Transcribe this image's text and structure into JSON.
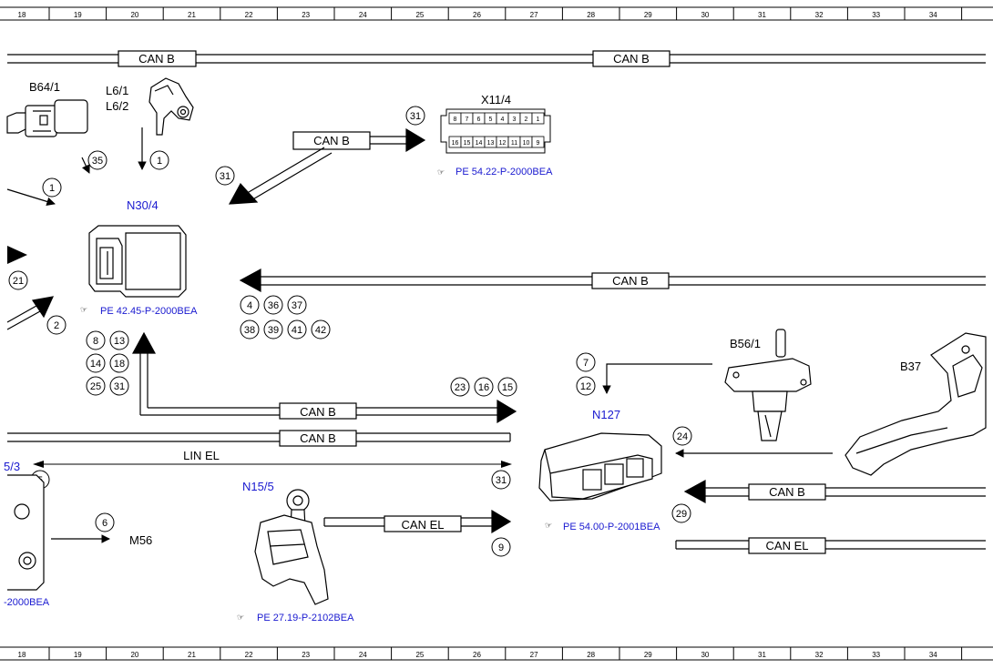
{
  "ruler": {
    "numbers": [
      "18",
      "19",
      "20",
      "21",
      "22",
      "23",
      "24",
      "25",
      "26",
      "27",
      "28",
      "29",
      "30",
      "31",
      "32",
      "33",
      "34"
    ]
  },
  "buses": {
    "can_b": "CAN B",
    "can_el": "CAN EL",
    "lin_el": "LIN EL"
  },
  "components": {
    "b64_1": "B64/1",
    "l6_1": "L6/1",
    "l6_2": "L6/2",
    "x11_4": "X11/4",
    "n30_4": "N30/4",
    "b56_1": "B56/1",
    "b37": "B37",
    "n127": "N127",
    "n15_5": "N15/5",
    "m56": "M56",
    "partial_left": "5/3",
    "partial_left_ref": "-2000BEA"
  },
  "connector_x11_4": {
    "top_row": [
      "8",
      "7",
      "6",
      "5",
      "4",
      "3",
      "2",
      "1"
    ],
    "bottom_row": [
      "16",
      "15",
      "14",
      "13",
      "12",
      "11",
      "10",
      "9"
    ]
  },
  "references": {
    "x11_4": "PE 54.22-P-2000BEA",
    "n30_4": "PE 42.45-P-2000BEA",
    "n127": "PE 54.00-P-2001BEA",
    "n15_5": "PE 27.19-P-2102BEA"
  },
  "callouts": {
    "c35": "35",
    "c1a": "1",
    "c1b": "1",
    "c31a": "31",
    "c31b": "31",
    "c21": "21",
    "c2": "2",
    "c4": "4",
    "c36": "36",
    "c37": "37",
    "c38": "38",
    "c39": "39",
    "c41": "41",
    "c42": "42",
    "c8": "8",
    "c13": "13",
    "c14": "14",
    "c18": "18",
    "c25": "25",
    "c31c": "31",
    "c23": "23",
    "c16": "16",
    "c15": "15",
    "c7": "7",
    "c12": "12",
    "c24": "24",
    "c29": "29",
    "c5": "5",
    "c31d": "31",
    "c6": "6",
    "c9": "9"
  }
}
